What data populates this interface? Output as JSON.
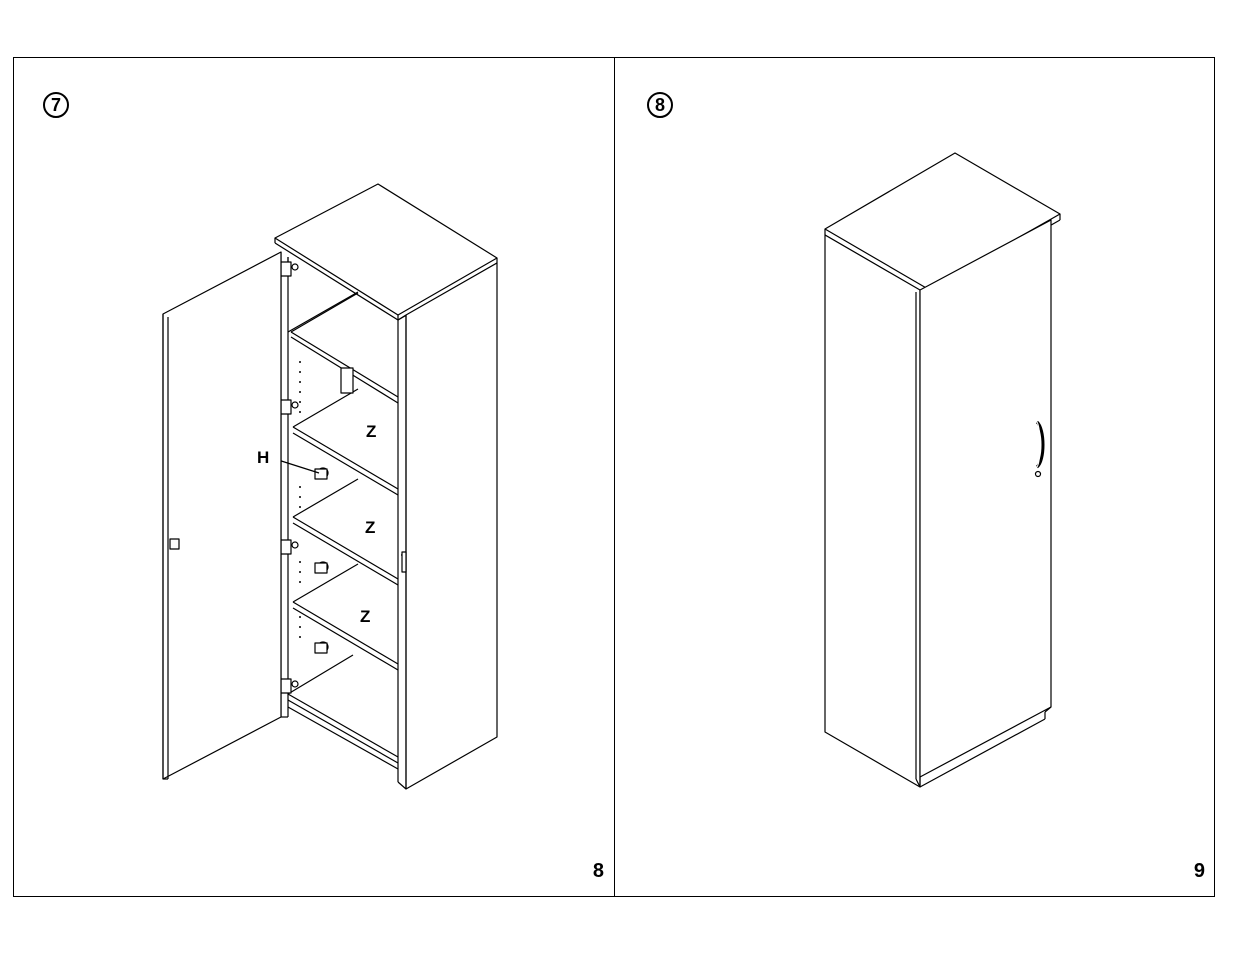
{
  "steps": [
    {
      "number": "7",
      "page_number": "8",
      "labels": {
        "handle_part": "H",
        "shelf_part": "Z"
      }
    },
    {
      "number": "8",
      "page_number": "9"
    }
  ]
}
